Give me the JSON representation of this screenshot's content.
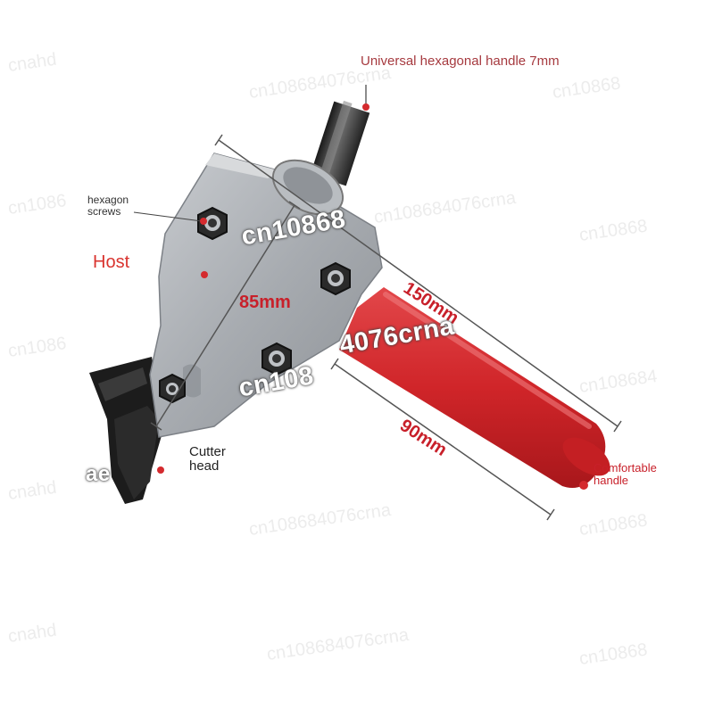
{
  "labels": {
    "hex_handle": "Universal hexagonal handle 7mm",
    "hexagon_screws_line1": "hexagon",
    "hexagon_screws_line2": "screws",
    "host": "Host",
    "cutter_head_line1": "Cutter",
    "cutter_head_line2": "head",
    "comfortable_handle_line1": "Comfortable",
    "comfortable_handle_line2": "handle"
  },
  "dimensions": {
    "length_85": "85mm",
    "length_150": "150mm",
    "length_90": "90mm"
  },
  "watermarks": {
    "upper": "cn10868",
    "middle": "4076crna",
    "lower": "cn108",
    "edge": "ae"
  },
  "colors": {
    "handle_red": "#d42a2e",
    "label_red": "#c8202a",
    "metal": "#a9adb1",
    "blade": "#1c1c1c"
  },
  "icons": [
    "hexagon-screw-icon"
  ]
}
